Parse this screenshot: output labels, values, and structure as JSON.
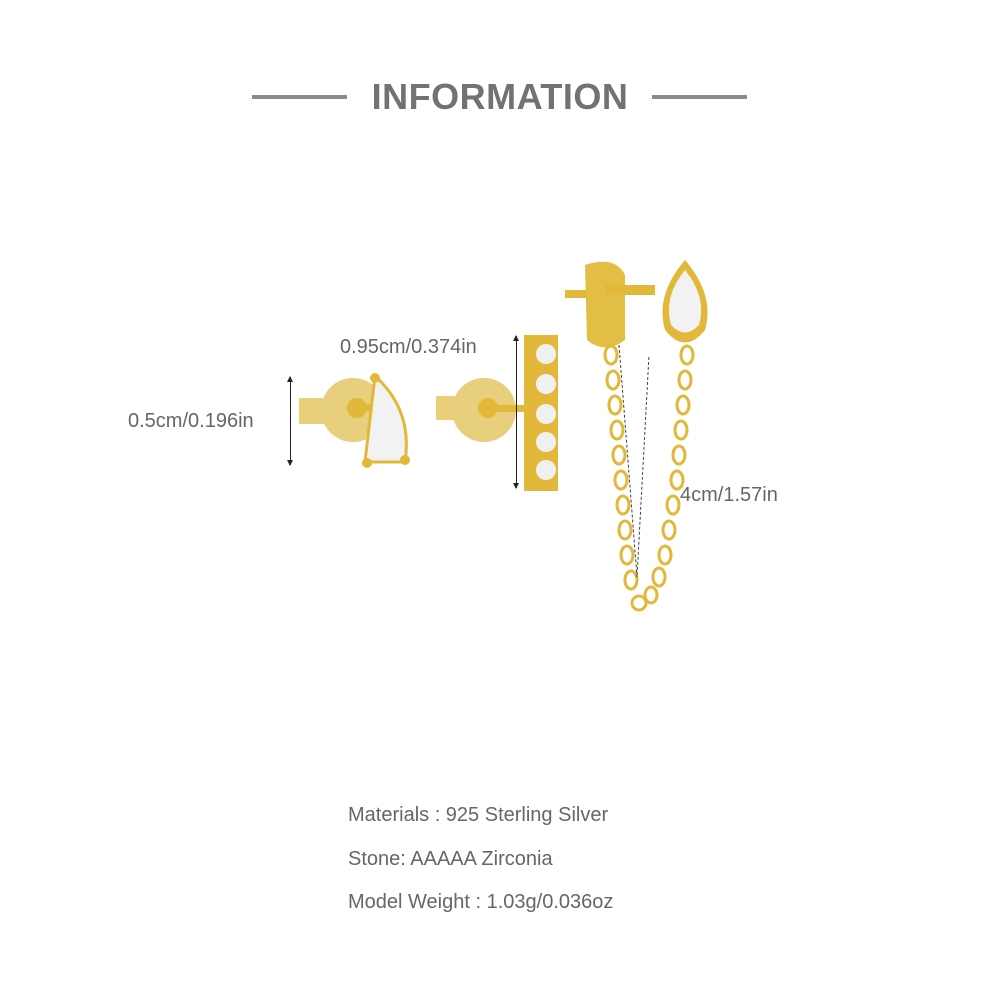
{
  "header": {
    "title": "INFORMATION"
  },
  "dimensions": {
    "stud_height": "0.5cm/0.196in",
    "bar_height": "0.95cm/0.374in",
    "chain_length": "4cm/1.57in"
  },
  "specs": [
    {
      "text": "Materials : 925 Sterling Silver"
    },
    {
      "text": "Stone: AAAAA Zirconia"
    },
    {
      "text": "Model Weight : 1.03g/0.036oz"
    }
  ],
  "colors": {
    "gold": "#E2B83A",
    "gold_light": "#EED27A",
    "text": "#666666",
    "rule": "#8A8A8A"
  },
  "products": [
    {
      "name": "teardrop-stud"
    },
    {
      "name": "bar-stud"
    },
    {
      "name": "chain-drop-stud"
    }
  ]
}
